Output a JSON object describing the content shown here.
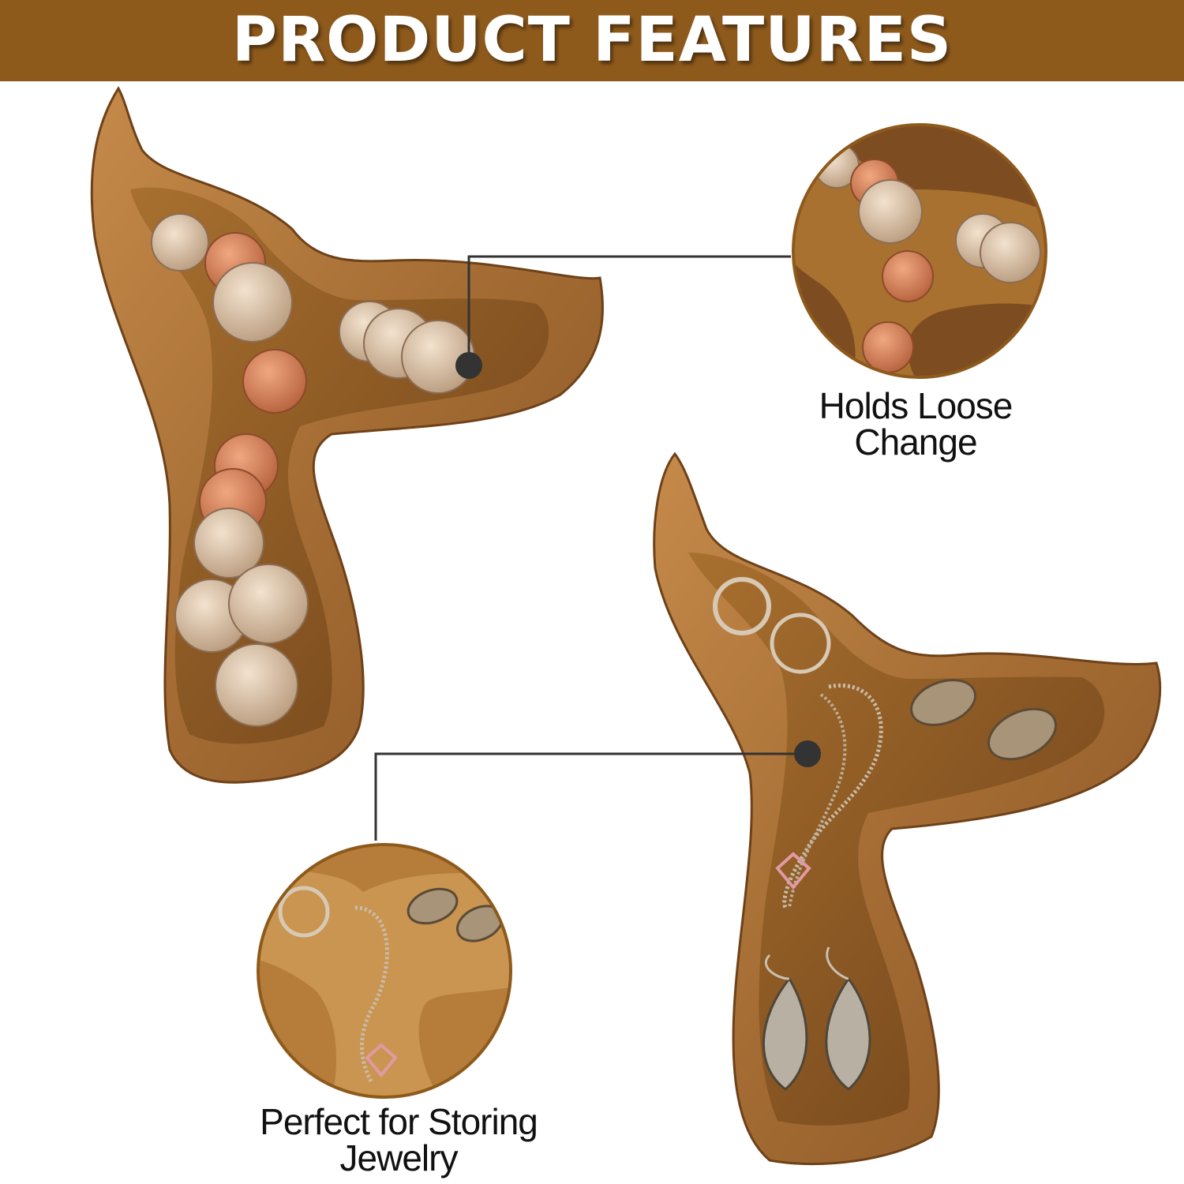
{
  "banner": {
    "title": "PRODUCT FEATURES"
  },
  "features": [
    {
      "caption_line1": "Holds Loose",
      "caption_line2": "Change"
    },
    {
      "caption_line1": "Perfect for Storing",
      "caption_line2": "Jewelry"
    }
  ],
  "colors": {
    "banner": "#8e5a1c",
    "wood": "#a56d34",
    "wood_light": "#c58a4a",
    "wood_dark": "#7a4a1e",
    "circle_border": "#8e5a1c",
    "callout_line": "#333333"
  },
  "icons": [
    "whale-tail-tray",
    "coin",
    "ring",
    "necklace",
    "earring"
  ]
}
